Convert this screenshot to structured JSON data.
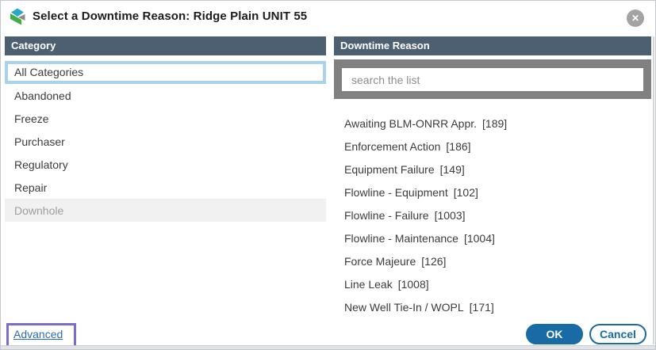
{
  "colors": {
    "header-bg": "#4d6072",
    "header-text": "#ffffff",
    "search-band": "#808080",
    "selected-blue": "#a9d2ef",
    "hover-gray": "#f1f1f1",
    "hover-text": "#9e9e9e",
    "list-text": "#3b3b3b",
    "title-text": "#1c1c1c",
    "link-blue": "#2a6db4",
    "focus-purple": "#7c6bc8",
    "button-blue": "#196ba5",
    "close-gray": "#a3a3a3",
    "logo-teal": "#2aa7c9",
    "logo-gray": "#8c8c8c",
    "logo-green": "#3fae49",
    "strip-bg": "#e0e3e7",
    "border-gray": "#c3c7cb"
  },
  "dialog": {
    "title": "Select a Downtime Reason: Ridge Plain UNIT 55",
    "close_icon": "✕"
  },
  "category_panel": {
    "header": "Category",
    "items": [
      {
        "label": "All Categories",
        "state": "selected"
      },
      {
        "label": "Abandoned",
        "state": "normal"
      },
      {
        "label": "Freeze",
        "state": "normal"
      },
      {
        "label": "Purchaser",
        "state": "normal"
      },
      {
        "label": "Regulatory",
        "state": "normal"
      },
      {
        "label": "Repair",
        "state": "normal"
      },
      {
        "label": "Downhole",
        "state": "hover"
      }
    ]
  },
  "reason_panel": {
    "header": "Downtime Reason",
    "search_placeholder": "search the list",
    "items": [
      {
        "label": "Awaiting BLM-ONRR Appr.",
        "count": "[189]"
      },
      {
        "label": "Enforcement Action",
        "count": "[186]"
      },
      {
        "label": "Equipment Failure",
        "count": "[149]"
      },
      {
        "label": "Flowline - Equipment",
        "count": "[102]"
      },
      {
        "label": "Flowline - Failure",
        "count": "[1003]"
      },
      {
        "label": "Flowline - Maintenance",
        "count": "[1004]"
      },
      {
        "label": "Force Majeure",
        "count": "[126]"
      },
      {
        "label": "Line Leak",
        "count": "[1008]"
      },
      {
        "label": "New Well Tie-In / WOPL",
        "count": "[171]"
      }
    ]
  },
  "footer": {
    "advanced_label": "Advanced",
    "ok_label": "OK",
    "cancel_label": "Cancel"
  }
}
